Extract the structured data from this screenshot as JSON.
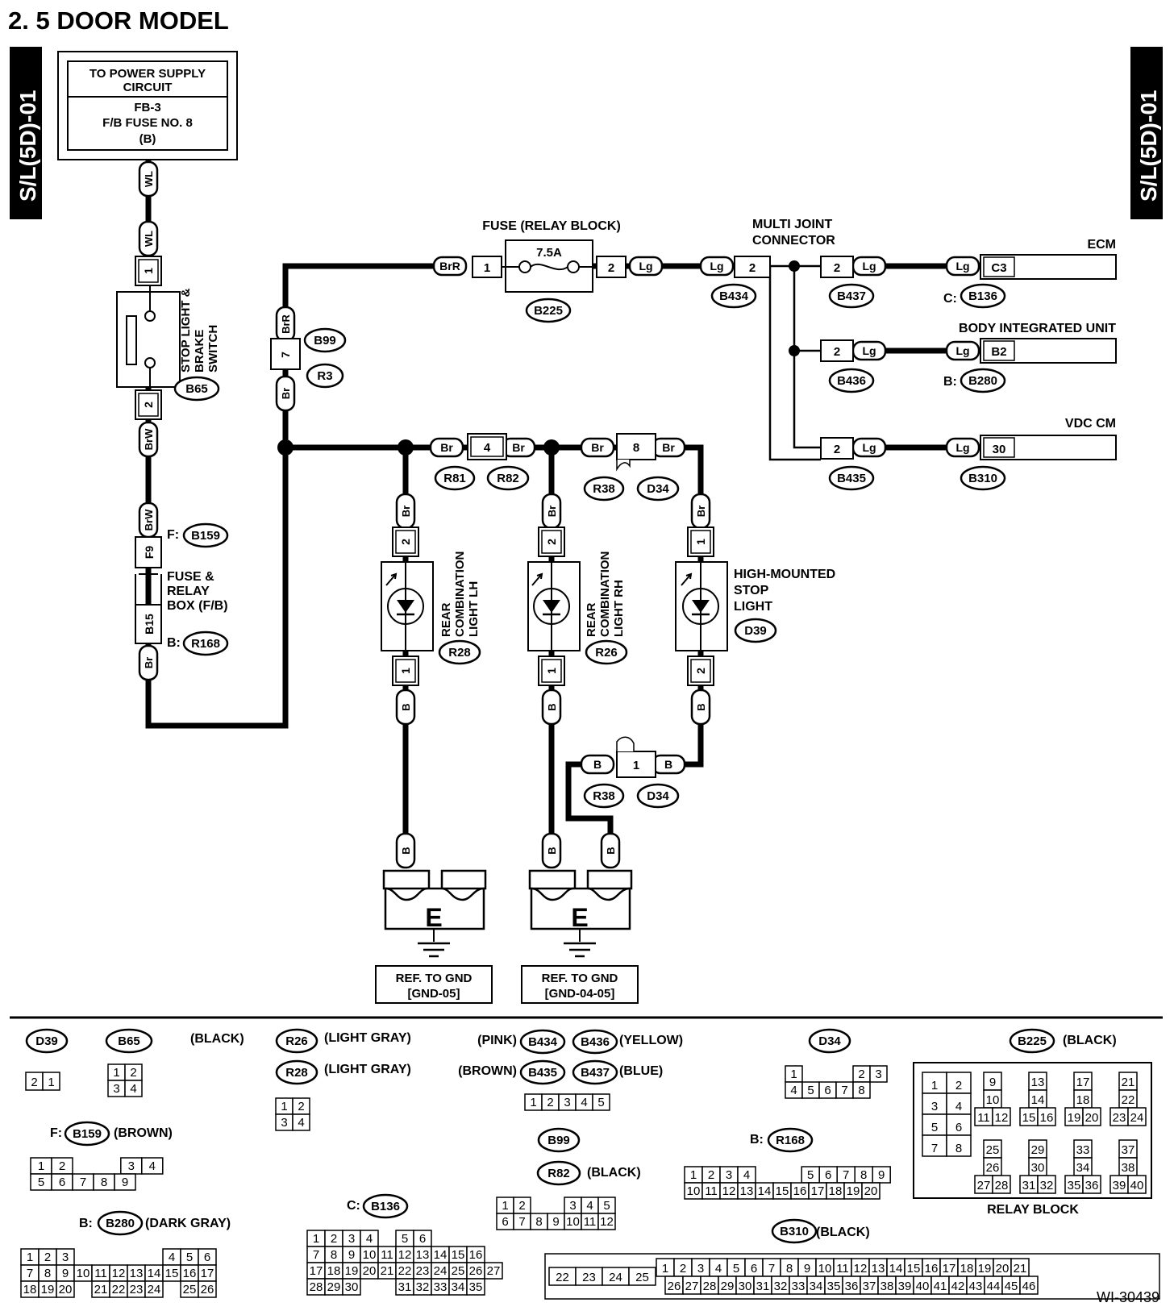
{
  "title": "2.  5 DOOR MODEL",
  "side_tab": "S/L(5D)-01",
  "figure_id": "WI-30439",
  "power_box": {
    "line1": "TO POWER SUPPLY",
    "line2": "CIRCUIT",
    "line3": "FB-3",
    "line4": "F/B FUSE NO. 8",
    "line5": "(B)"
  },
  "switch": {
    "label1": "STOP LIGHT &",
    "label2": "BRAKE",
    "label3": "SWITCH",
    "connector": "B65",
    "pin_top": "1",
    "pin_bottom": "2"
  },
  "fuse_relay_box": {
    "label1": "FUSE &",
    "label2": "RELAY",
    "label3": "BOX (F/B)",
    "f_prefix": "F:",
    "f_conn": "B159",
    "b_prefix": "B:",
    "b_conn": "R168",
    "pin_f": "F9",
    "pin_b": "B15"
  },
  "fuse_relay_block": {
    "label": "FUSE (RELAY BLOCK)",
    "rating": "7.5A",
    "connector": "B225",
    "pin_in": "1",
    "pin_out": "2"
  },
  "multi_joint": {
    "label1": "MULTI JOINT",
    "label2": "CONNECTOR",
    "conn_in": "B434",
    "conns": [
      "B437",
      "B436",
      "B435"
    ],
    "pin": "2"
  },
  "modules": [
    {
      "name": "ECM",
      "pin": "C3",
      "prefix": "C:",
      "conn": "B136"
    },
    {
      "name": "BODY INTEGRATED UNIT",
      "pin": "B2",
      "prefix": "B:",
      "conn": "B280"
    },
    {
      "name": "VDC CM",
      "pin": "30",
      "prefix": "",
      "conn": "B310"
    }
  ],
  "wires": {
    "wl": "WL",
    "brw": "BrW",
    "br": "Br",
    "brr": "BrR",
    "lg": "Lg",
    "b": "B"
  },
  "joints": {
    "b99": "B99",
    "r3": "R3",
    "pin7": "7",
    "r81": "R81",
    "r82": "R82",
    "pin4": "4",
    "r38": "R38",
    "d34": "D34",
    "pin8": "8",
    "pin1": "1"
  },
  "lamps": [
    {
      "label1": "REAR",
      "label2": "COMBINATION",
      "label3": "LIGHT LH",
      "conn": "R28",
      "pin_top": "2",
      "pin_bottom": "1"
    },
    {
      "label1": "REAR",
      "label2": "COMBINATION",
      "label3": "LIGHT RH",
      "conn": "R26",
      "pin_top": "2",
      "pin_bottom": "1"
    },
    {
      "label1": "HIGH-MOUNTED",
      "label2": "STOP",
      "label3": "LIGHT",
      "conn": "D39",
      "pin_top": "1",
      "pin_bottom": "2"
    }
  ],
  "grounds": [
    {
      "letter": "E",
      "ref1": "REF. TO GND",
      "ref2": "[GND-05]"
    },
    {
      "letter": "E",
      "ref1": "REF. TO GND",
      "ref2": "[GND-04-05]"
    }
  ],
  "legend": {
    "d39": "D39",
    "b65": "B65",
    "b65_color": "(BLACK)",
    "r26": "R26",
    "r26_color": "(LIGHT GRAY)",
    "r28": "R28",
    "r28_color": "(LIGHT GRAY)",
    "pink": "(PINK)",
    "b434": "B434",
    "b436": "B436",
    "yellow": "(YELLOW)",
    "brown": "(BROWN)",
    "b435": "B435",
    "b437": "B437",
    "blue": "(BLUE)",
    "d34": "D34",
    "b225": "B225",
    "b225_color": "(BLACK)",
    "relay_block": "RELAY BLOCK",
    "f_prefix": "F:",
    "b159": "B159",
    "b159_color": "(BROWN)",
    "b99": "B99",
    "r82": "R82",
    "r82_color": "(BLACK)",
    "b_prefix": "B:",
    "r168": "R168",
    "b280": "B280",
    "b280_color": "(DARK GRAY)",
    "c_prefix": "C:",
    "b136": "B136",
    "b310": "B310",
    "b310_color": "(BLACK)"
  }
}
